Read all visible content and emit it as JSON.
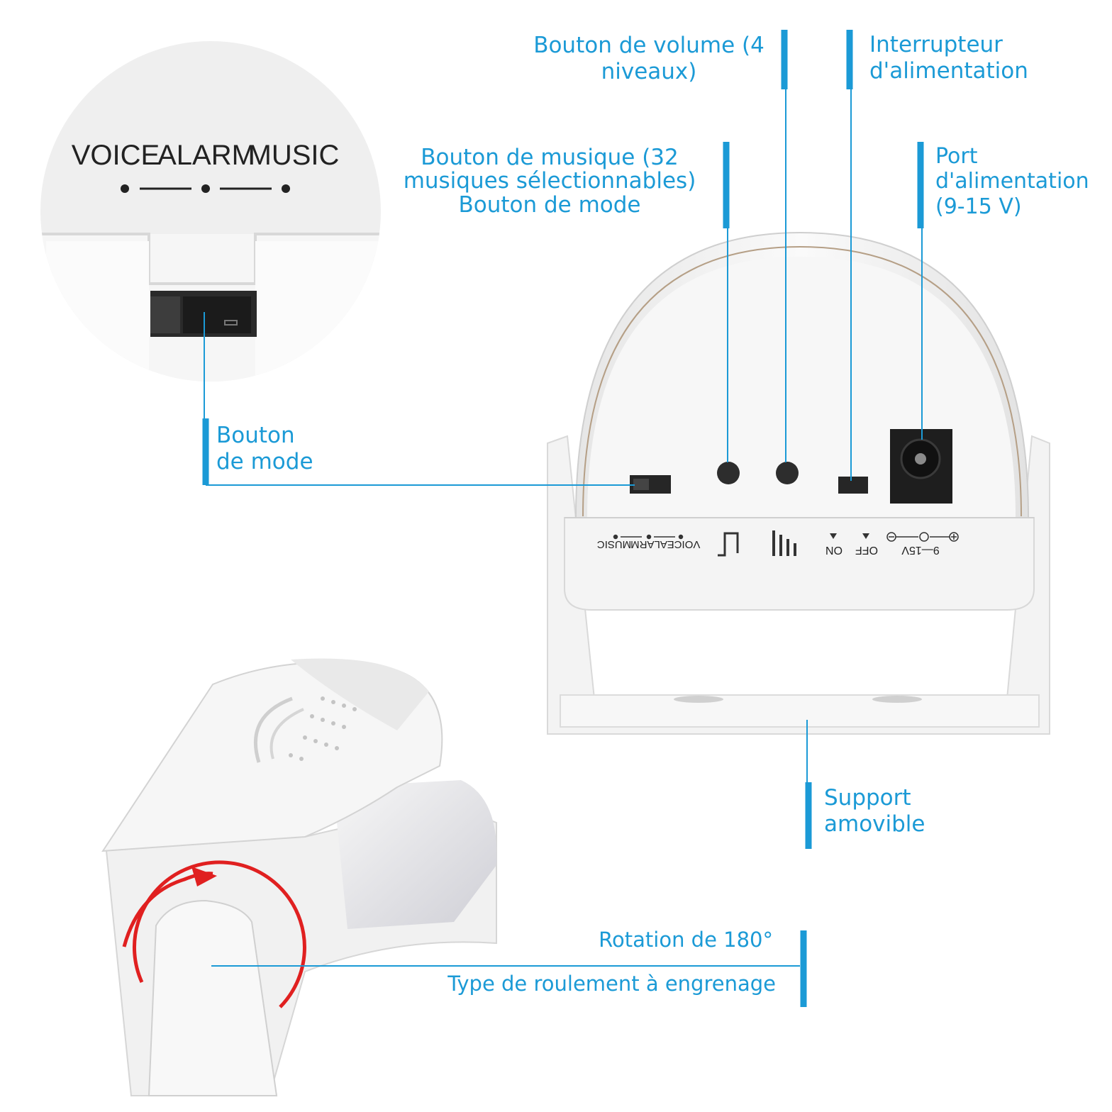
{
  "labels": {
    "volume": [
      "Bouton de volume (4",
      "niveaux)"
    ],
    "power_switch": [
      "Interrupteur",
      "d'alimentation"
    ],
    "music": [
      "Bouton de musique (32",
      "musiques sélectionnables)",
      "Bouton de mode"
    ],
    "power_port": [
      "Port",
      "d'alimentation",
      "(9-15 V)"
    ],
    "mode": [
      "Bouton",
      "de mode"
    ],
    "support": [
      "Support",
      "amovible"
    ],
    "rotation": "Rotation de 180°",
    "bearing": "Type de roulement à engrenage"
  },
  "zoom_panel": {
    "mode_labels": [
      "VOICE",
      "ALARM",
      "MUSIC"
    ]
  },
  "device_panel": {
    "mode_labels": [
      "VOICE",
      "ALARM",
      "MUSIC"
    ],
    "switch_labels": [
      "ON",
      "OFF"
    ],
    "voltage": "9—15V"
  },
  "colors": {
    "accent": "#1b9ad6",
    "arrow": "#e02020",
    "device": "#f2f2f2"
  }
}
